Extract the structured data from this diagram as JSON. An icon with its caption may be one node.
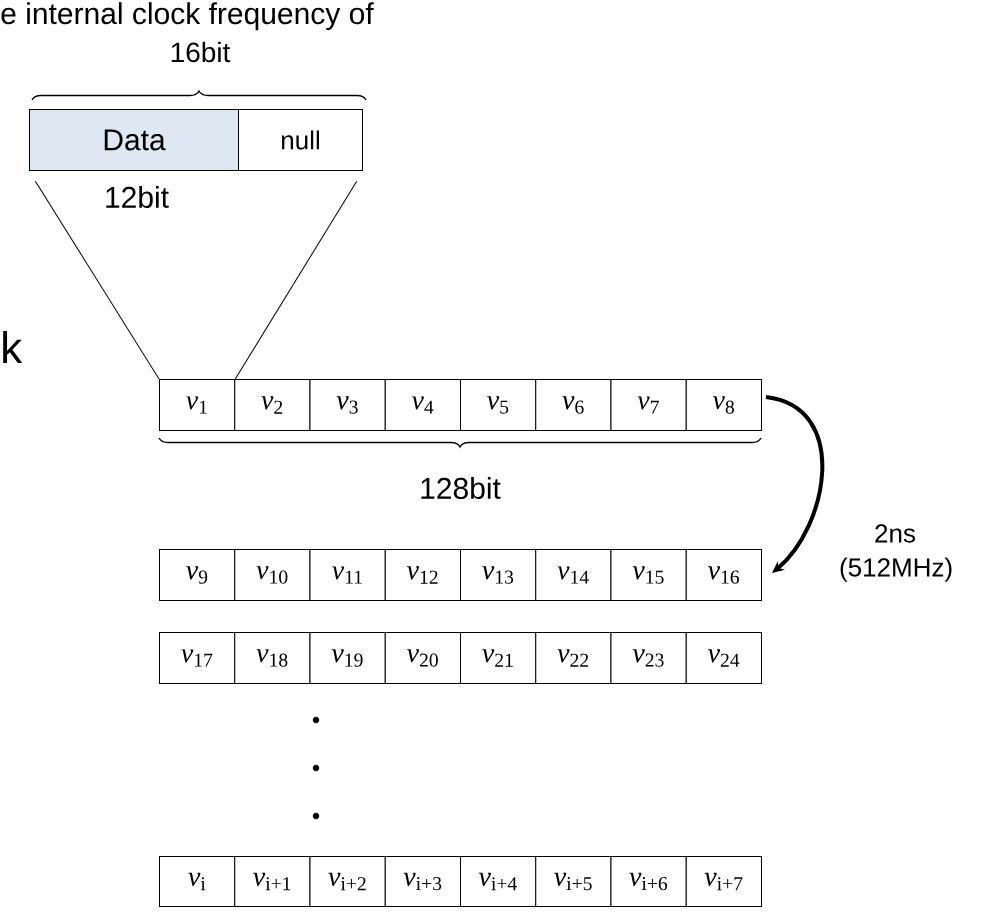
{
  "diagram": {
    "nodes": [
      {
        "text": [
          "Data"
        ],
        "beside": [
          "12bit"
        ]
      },
      {
        "text": [
          "null"
        ]
      },
      {
        "text": [
          "*v*$_{1}$"
        ]
      },
      {
        "text": [
          "*v*$_{2}$"
        ]
      },
      {
        "text": [
          "*v*$_{3}$"
        ]
      },
      {
        "text": [
          "*v*$_{4}$"
        ]
      },
      {
        "text": [
          "*v*$_{5}$"
        ]
      },
      {
        "text": [
          "*v*$_{6}$"
        ]
      },
      {
        "text": [
          "*v*$_{7}$"
        ]
      },
      {
        "text": [
          "*v*$_{8}$"
        ]
      },
      {
        "text": [
          "*v*$_{9}$"
        ]
      },
      {
        "text": [
          "*v*$_{10}$"
        ]
      },
      {
        "text": [
          "*v*$_{11}$"
        ]
      },
      {
        "text": [
          "*v*$_{12}$"
        ]
      },
      {
        "text": [
          "*v*$_{13}$"
        ]
      },
      {
        "text": [
          "*v*$_{14}$"
        ]
      },
      {
        "text": [
          "*v*$_{15}$"
        ]
      },
      {
        "text": [
          "*v*$_{16}$"
        ]
      },
      {
        "text": [
          "*v*$_{17}$"
        ]
      },
      {
        "text": [
          "*v*$_{18}$"
        ]
      },
      {
        "text": [
          "*v*$_{19}$"
        ]
      },
      {
        "text": [
          "*v*$_{20}$"
        ]
      },
      {
        "text": [
          "*v*$_{21}$"
        ]
      },
      {
        "text": [
          "*v*$_{22}$"
        ]
      },
      {
        "text": [
          "*v*$_{23}$"
        ]
      },
      {
        "text": [
          "*v*$_{24}$"
        ]
      },
      {
        "text": [
          "*v*$_{i}$"
        ]
      },
      {
        "text": [
          "*v*$_{i+1}$"
        ]
      },
      {
        "text": [
          "*v*$_{i+2}$"
        ]
      },
      {
        "text": [
          "*v*$_{i+3}$"
        ]
      },
      {
        "text": [
          "*v*$_{i+4}$"
        ]
      },
      {
        "text": [
          "*v*$_{i+5}$"
        ]
      },
      {
        "text": [
          "*v*$_{i+6}$"
        ]
      },
      {
        "text": [
          "*v*$_{i+7}$"
        ]
      }
    ],
    "edges": [
      {
        "from": 0,
        "to": 2,
        "arrow": "none"
      },
      {
        "from": 1,
        "to": 2,
        "arrow": "none"
      },
      {
        "from": 9,
        "to": 17,
        "arrow": "to",
        "label": "2ns (512MHz)",
        "style": "thick"
      }
    ],
    "labels": [
      "e internal clock frequency of",
      "16bit",
      "k",
      "128bit"
    ]
  }
}
